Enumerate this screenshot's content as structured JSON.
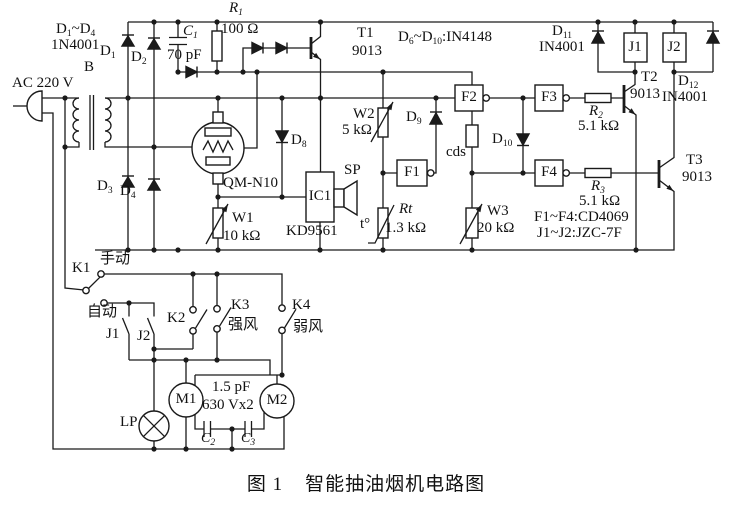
{
  "colors": {
    "line": "#1a1a1a",
    "background": "#ffffff"
  },
  "caption": {
    "figure_no": "图 1",
    "title": "智能抽油烟机电路图"
  },
  "labels": {
    "ac_supply": "AC 220 V",
    "transformer": "B",
    "bridge_range": "D_1_~D_4_",
    "bridge_part": "1N4001",
    "d1": "D_1_",
    "d2": "D_2_",
    "d3": "D_3_",
    "d4": "D_4_",
    "c1": "C_1_",
    "c1_value": "70 pF",
    "r1": "R_1_",
    "r1_value": "100 Ω",
    "t1": "T1",
    "t1_part": "9013",
    "signal_diodes": "D_6_~D_10_:IN4148",
    "d8": "D_8_",
    "d9": "D_9_",
    "d10": "D_10_",
    "d11": "D_11_",
    "d11_part": "IN4001",
    "d12": "D_12_",
    "d12_part": "IN4001",
    "relay_j1": "J1",
    "relay_j2": "J2",
    "t2": "T2",
    "t2_part": "9013",
    "t3": "T3",
    "t3_part": "9013",
    "f1": "F1",
    "f2": "F2",
    "f3": "F3",
    "f4": "F4",
    "r2": "R_2_",
    "r2_value": "5.1 kΩ",
    "r3": "R_3_",
    "r3_value": "5.1 kΩ",
    "gate_group": "F1~F4:CD4069",
    "relay_group": "J1~J2:JZC-7F",
    "sensor": "QM-N10",
    "w1": "W1",
    "w1_value": "10 kΩ",
    "w2": "W2",
    "w2_value": "5 kΩ",
    "w3": "W3",
    "w3_value": "20 kΩ",
    "ic1": "IC1",
    "ic1_part": "KD9561",
    "speaker": "SP",
    "cds": "cds",
    "rt": "Rt",
    "rt_value": "1.3 kΩ",
    "temp_mark": "t°",
    "k1": "K1",
    "manual": "手动",
    "auto": "自动",
    "j1_contact": "J1",
    "j2_contact": "J2",
    "k2": "K2",
    "k3": "K3",
    "k3_mode": "强风",
    "k4": "K4",
    "k4_mode": "弱风",
    "m1": "M1",
    "m2": "M2",
    "cap_value_line1": "1.5 pF",
    "cap_value_line2": "630 Vx2",
    "c2": "C_2_",
    "c3": "C_3_",
    "lamp": "LP"
  }
}
